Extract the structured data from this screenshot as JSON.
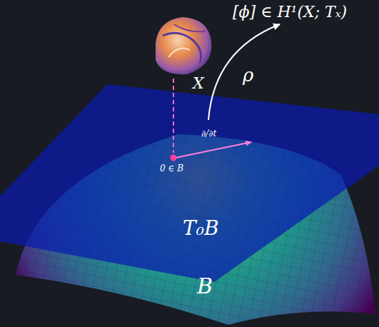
{
  "diagram": {
    "labels": [
      "[ϕ] ∈ H¹(X; Tₓ)",
      "X",
      "ρ",
      "∂/∂t",
      "0 ∈ B",
      "T₀B",
      "B"
    ]
  }
}
